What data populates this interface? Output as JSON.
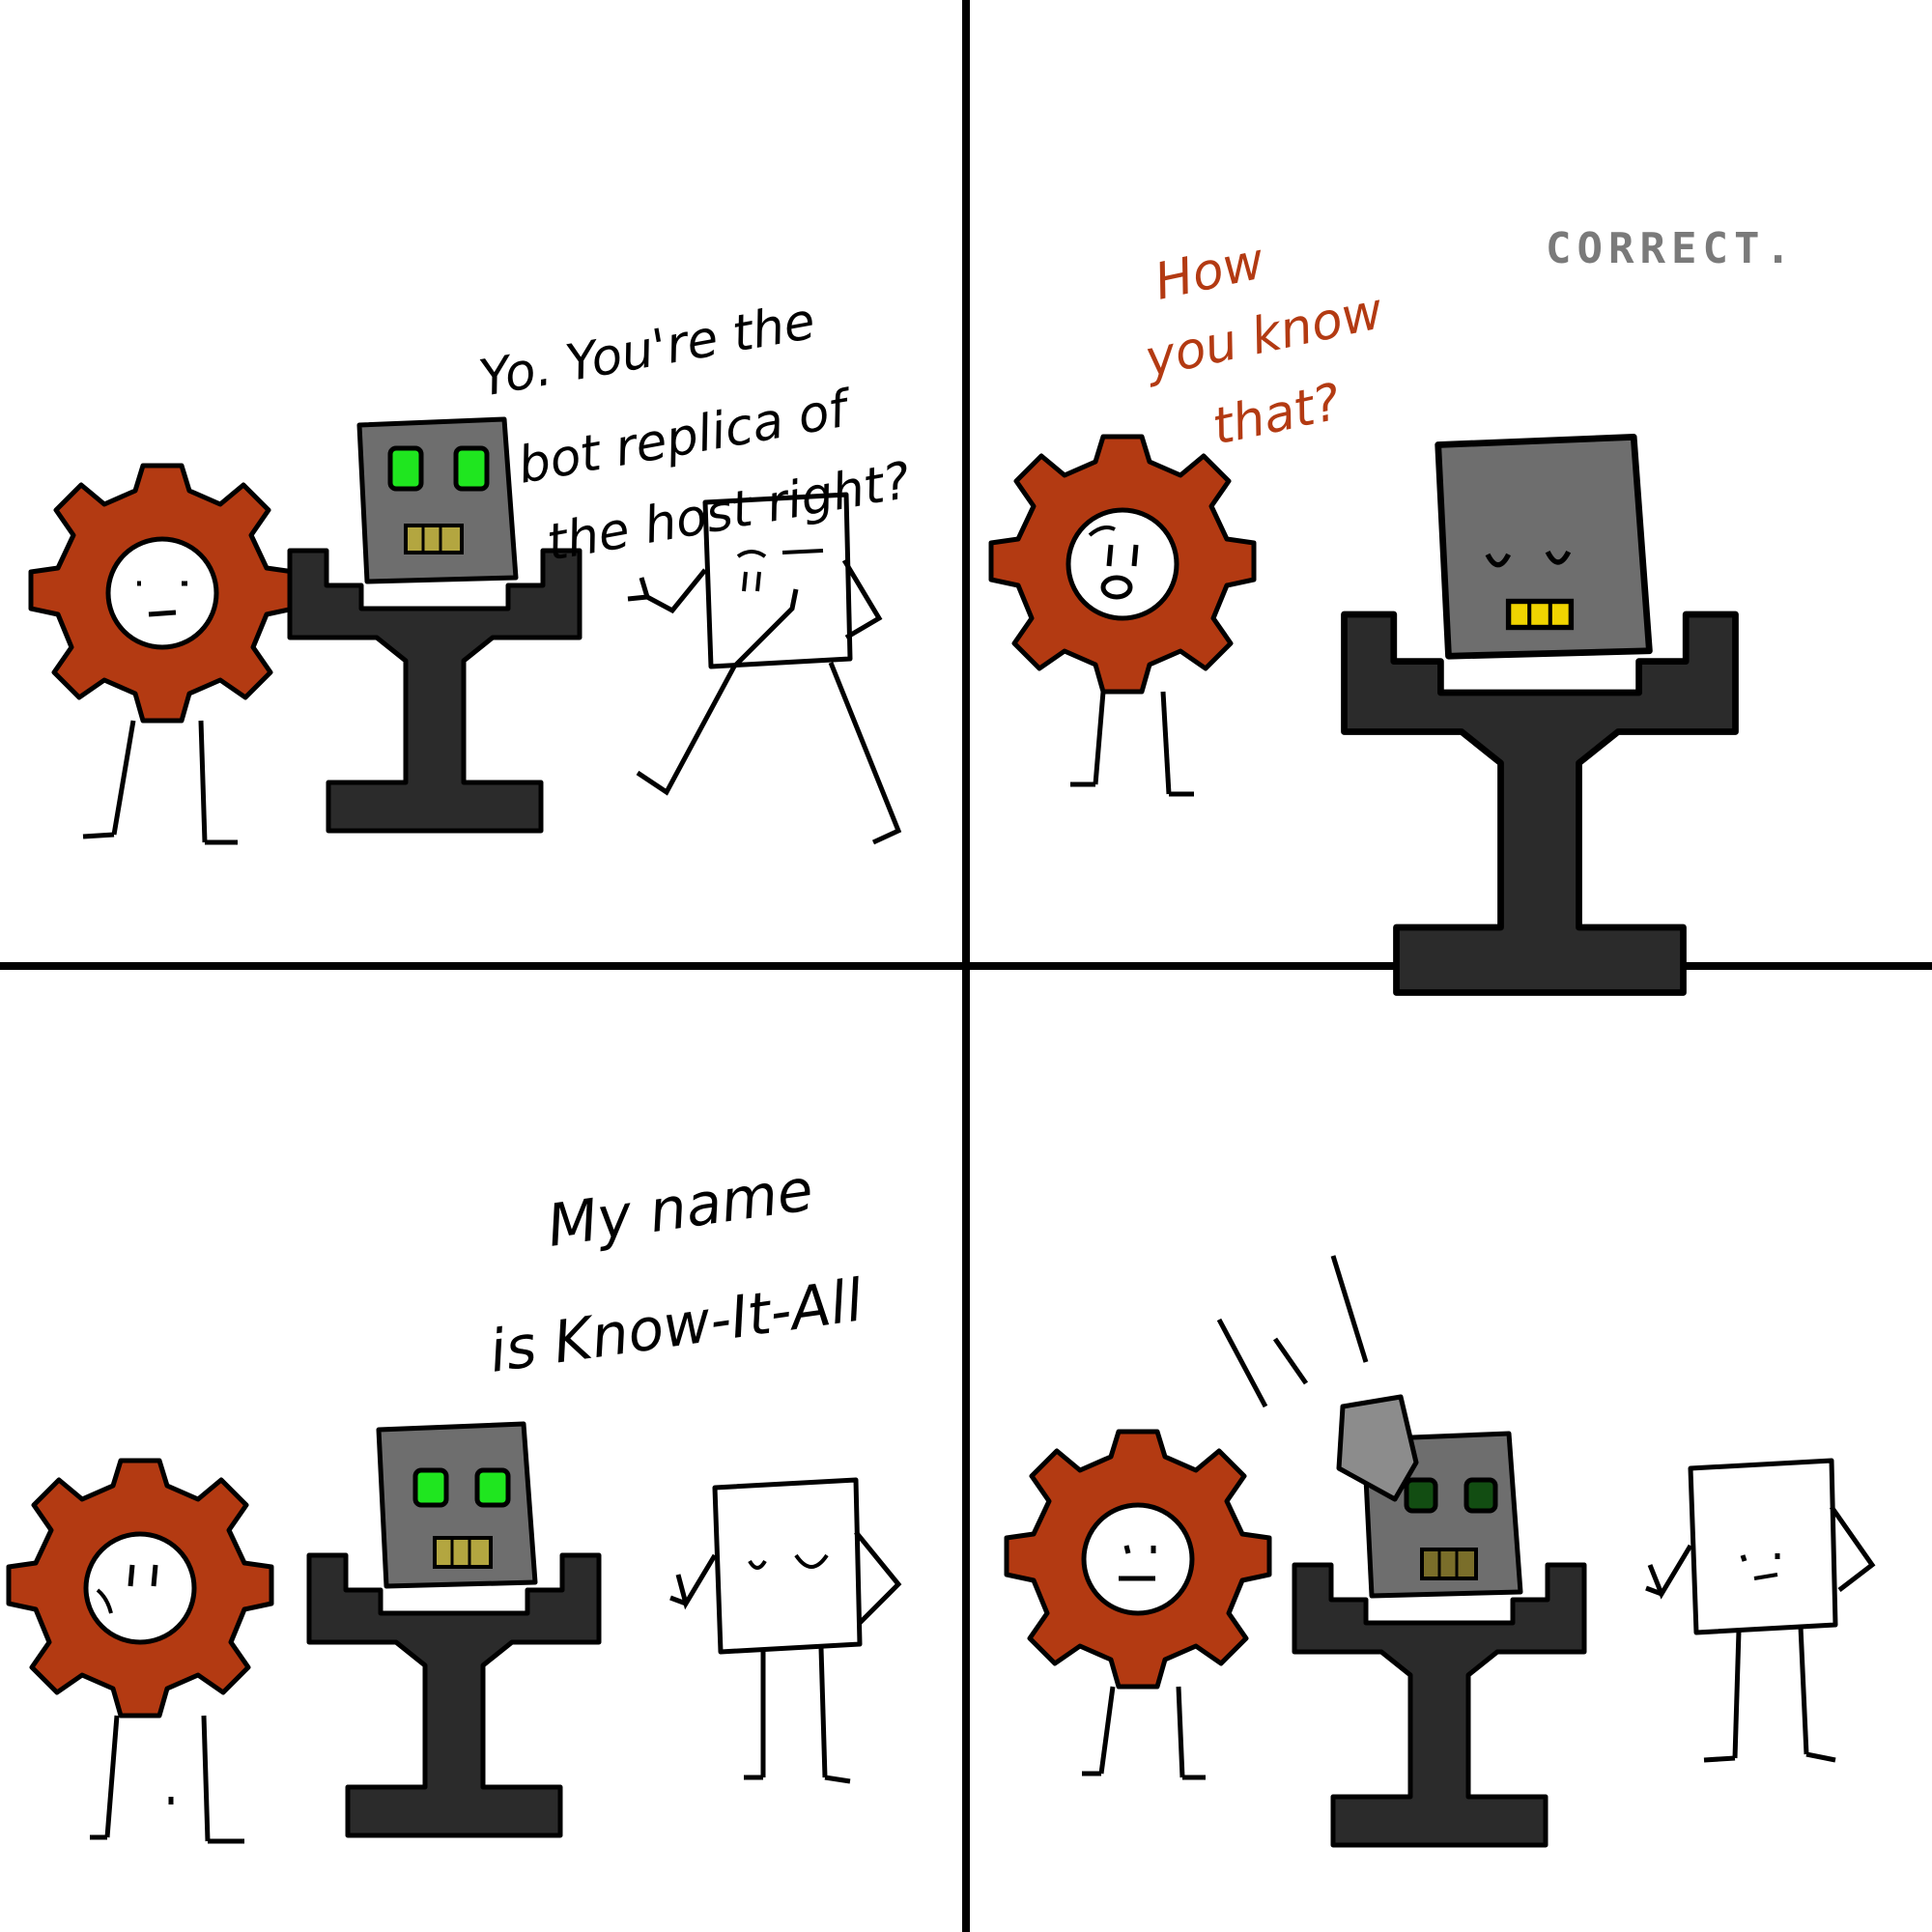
{
  "colors": {
    "ink": "#000000",
    "gear": "#b33a12",
    "robot_body": "#2b2b2b",
    "robot_head": "#6e6e6e",
    "robot_eyes": "#1fe61f",
    "robot_eyes_dim": "#124d12",
    "robot_teeth": "#b3a640",
    "robot_teeth_bright": "#f0d400",
    "paper": "#ffffff",
    "correct_text": "#7a7a7a",
    "red_text": "#b33a12"
  },
  "panels": [
    {
      "id": "panel-1",
      "speech": {
        "lines": [
          "Yo. You're the",
          "bot replica of",
          "the host right?"
        ]
      }
    },
    {
      "id": "panel-2",
      "speech": {
        "lines": [
          "How",
          "you know",
          "that?"
        ]
      },
      "robot_text": "CORRECT."
    },
    {
      "id": "panel-3",
      "speech": {
        "lines": [
          "My name",
          "is Know-It-All"
        ]
      }
    },
    {
      "id": "panel-4",
      "speech": {
        "lines": []
      }
    }
  ],
  "icons": {
    "gear": "gear-character-icon",
    "robot": "robot-character-icon",
    "paper": "paper-character-icon"
  }
}
